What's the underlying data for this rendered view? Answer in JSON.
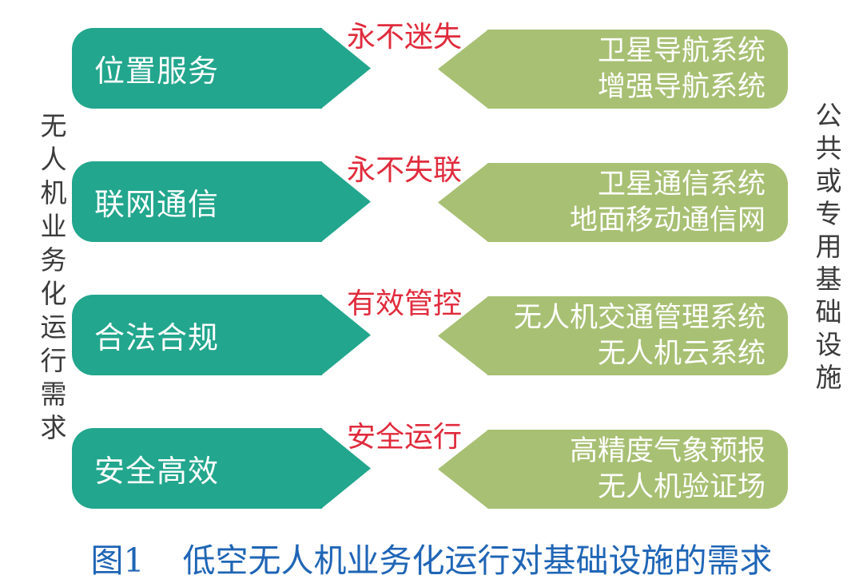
{
  "figure": {
    "left_axis_label": "无人机业务化运行需求",
    "right_axis_label": "公共或专用基础设施",
    "caption": {
      "prefix": "图1",
      "text": "低空无人机业务化运行对基础设施的需求"
    },
    "colors": {
      "requirement_arrow": "#22A68D",
      "infrastructure_arrow": "#A8C073",
      "goal_text": "#E02B3C",
      "caption_text": "#1F65B6",
      "side_text": "#3B3B3B",
      "arrow_text": "#FFFFFF"
    },
    "rows": [
      {
        "requirement": "位置服务",
        "goal": "永不迷失",
        "infrastructure": [
          "卫星导航系统",
          "增强导航系统"
        ]
      },
      {
        "requirement": "联网通信",
        "goal": "永不失联",
        "infrastructure": [
          "卫星通信系统",
          "地面移动通信网"
        ]
      },
      {
        "requirement": "合法合规",
        "goal": "有效管控",
        "infrastructure": [
          "无人机交通管理系统",
          "无人机云系统"
        ]
      },
      {
        "requirement": "安全高效",
        "goal": "安全运行",
        "infrastructure": [
          "高精度气象预报",
          "无人机验证场"
        ]
      }
    ]
  }
}
